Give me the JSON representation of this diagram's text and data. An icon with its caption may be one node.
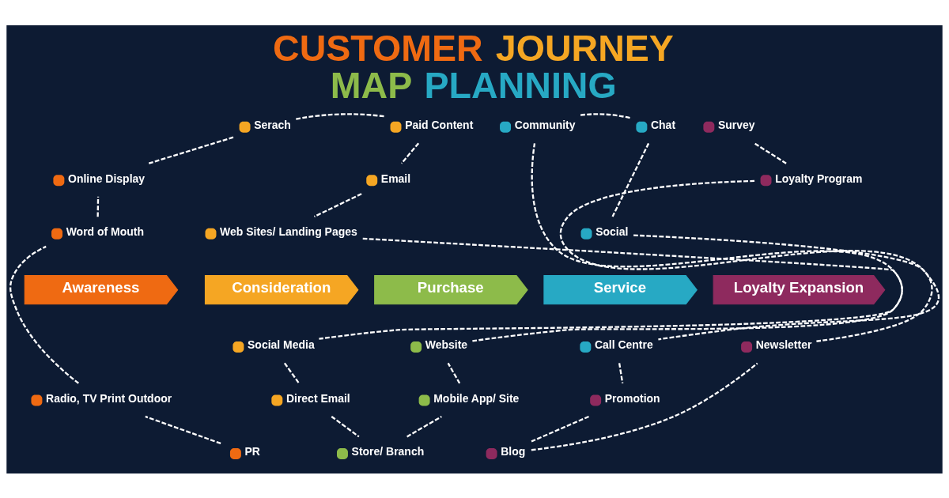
{
  "diagram": {
    "title": "CUSTOMER JOURNEY MAP PLANNING",
    "nodes": [
      {
        "text": [
          "Awareness"
        ]
      },
      {
        "text": [
          "Consideration"
        ]
      },
      {
        "text": [
          "Purchase"
        ]
      },
      {
        "text": [
          "Service"
        ]
      },
      {
        "text": [
          "Loyalty Expansion"
        ]
      },
      {
        "text": [
          "PR"
        ]
      },
      {
        "text": [
          "Radio, TV Print Outdoor"
        ]
      },
      {
        "text": [
          "Word of Mouth"
        ]
      },
      {
        "text": [
          "Online Display"
        ]
      },
      {
        "text": [
          "Serach"
        ]
      },
      {
        "text": [
          "Paid Content"
        ]
      },
      {
        "text": [
          "Email"
        ]
      },
      {
        "text": [
          "Web Sites/ Landing Pages"
        ]
      },
      {
        "text": [
          "Social Media"
        ]
      },
      {
        "text": [
          "Direct Email"
        ]
      },
      {
        "text": [
          "Store/ Branch"
        ]
      },
      {
        "text": [
          "Mobile App/ Site"
        ]
      },
      {
        "text": [
          "Website"
        ]
      },
      {
        "text": [
          "Community"
        ]
      },
      {
        "text": [
          "Chat"
        ]
      },
      {
        "text": [
          "Social"
        ]
      },
      {
        "text": [
          "Call Centre"
        ]
      },
      {
        "text": [
          "Promotion"
        ]
      },
      {
        "text": [
          "Blog"
        ]
      },
      {
        "text": [
          "Newsletter"
        ]
      },
      {
        "text": [
          "Loyalty Program"
        ]
      },
      {
        "text": [
          "Survey"
        ]
      }
    ],
    "edges": [
      {
        "from": 5,
        "to": 6,
        "arrow": "none",
        "style": "dashed"
      },
      {
        "from": 6,
        "to": 7,
        "arrow": "none",
        "style": "dashed"
      },
      {
        "from": 7,
        "to": 8,
        "arrow": "none",
        "style": "dashed"
      },
      {
        "from": 8,
        "to": 9,
        "arrow": "none",
        "style": "dashed"
      },
      {
        "from": 9,
        "to": 10,
        "arrow": "none",
        "style": "dashed"
      },
      {
        "from": 10,
        "to": 11,
        "arrow": "none",
        "style": "dashed"
      },
      {
        "from": 11,
        "to": 12,
        "arrow": "none",
        "style": "dashed"
      },
      {
        "from": 12,
        "to": 13,
        "arrow": "none",
        "style": "dashed"
      },
      {
        "from": 13,
        "to": 14,
        "arrow": "none",
        "style": "dashed"
      },
      {
        "from": 14,
        "to": 15,
        "arrow": "none",
        "style": "dashed"
      },
      {
        "from": 15,
        "to": 16,
        "arrow": "none",
        "style": "dashed"
      },
      {
        "from": 16,
        "to": 17,
        "arrow": "none",
        "style": "dashed"
      },
      {
        "from": 17,
        "to": 18,
        "arrow": "none",
        "style": "dashed"
      },
      {
        "from": 18,
        "to": 19,
        "arrow": "none",
        "style": "dashed"
      },
      {
        "from": 19,
        "to": 20,
        "arrow": "none",
        "style": "dashed"
      },
      {
        "from": 20,
        "to": 21,
        "arrow": "none",
        "style": "dashed"
      },
      {
        "from": 21,
        "to": 22,
        "arrow": "none",
        "style": "dashed"
      },
      {
        "from": 22,
        "to": 23,
        "arrow": "none",
        "style": "dashed"
      },
      {
        "from": 23,
        "to": 24,
        "arrow": "none",
        "style": "dashed"
      },
      {
        "from": 24,
        "to": 25,
        "arrow": "none",
        "style": "dashed"
      },
      {
        "from": 25,
        "to": 26,
        "arrow": "none",
        "style": "dashed"
      }
    ]
  }
}
